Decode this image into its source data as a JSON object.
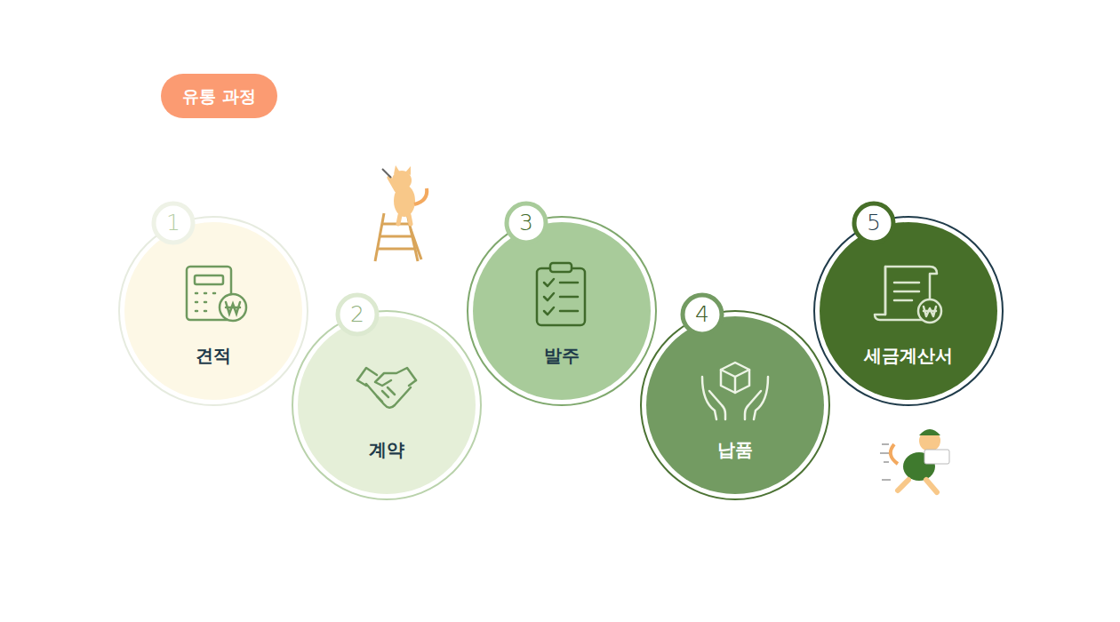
{
  "diagram": {
    "title": "유통 과정",
    "nodes": [
      {
        "text": [
          "1",
          "견적"
        ]
      },
      {
        "text": [
          "2",
          "계약"
        ]
      },
      {
        "text": [
          "3",
          "발주"
        ]
      },
      {
        "text": [
          "4",
          "납품"
        ]
      },
      {
        "text": [
          "5",
          "세금계산서"
        ]
      }
    ]
  }
}
